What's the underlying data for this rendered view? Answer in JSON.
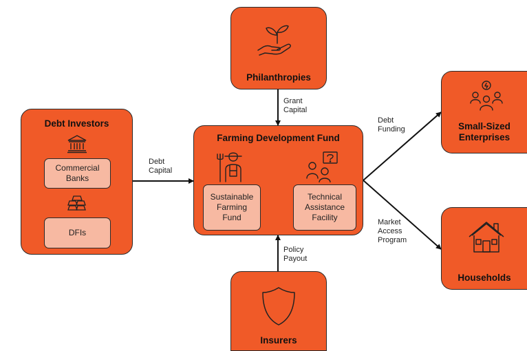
{
  "nodes": {
    "debt_investors": {
      "title": "Debt Investors",
      "items": [
        "Commercial\nBanks",
        "DFIs"
      ]
    },
    "philanthropies": {
      "title": "Philanthropies"
    },
    "fund": {
      "title": "Farming Development Fund",
      "items": [
        "Sustainable\nFarming\nFund",
        "Technical\nAssistance\nFacility"
      ]
    },
    "insurers": {
      "title": "Insurers"
    },
    "enterprises": {
      "title": "Small-Sized\nEnterprises"
    },
    "households": {
      "title": "Households"
    }
  },
  "edges": {
    "debt_capital": "Debt\nCapital",
    "grant_capital": "Grant\nCapital",
    "policy_payout": "Policy\nPayout",
    "debt_funding": "Debt\nFunding",
    "market_access": "Market\nAccess\nProgram"
  },
  "icons": [
    "bank-icon",
    "gold-bars-icon",
    "hand-sprout-icon",
    "farmer-icon",
    "advisor-question-icon",
    "shield-icon",
    "team-idea-icon",
    "house-icon"
  ],
  "colors": {
    "node_fill": "#f05a28",
    "sub_fill": "#f7b9a2",
    "border": "#2a2a2a",
    "arrow": "#111111"
  }
}
